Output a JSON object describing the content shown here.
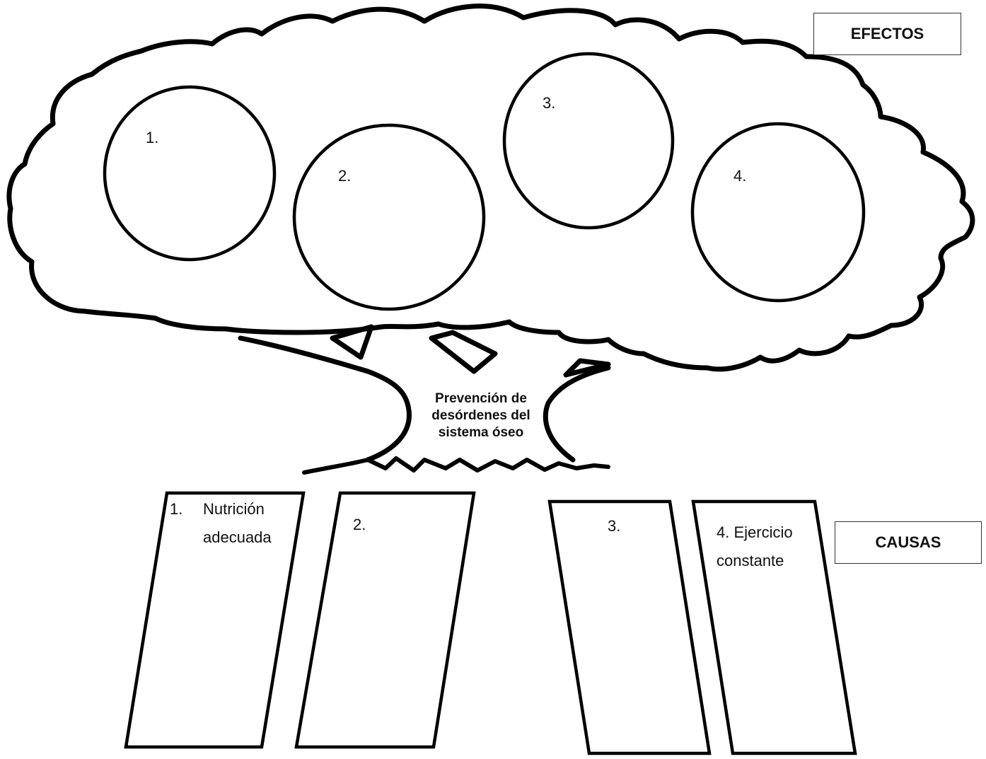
{
  "effects_label": "EFECTOS",
  "causes_label": "CAUSAS",
  "center_lines": [
    "Prevención de",
    "desórdenes del",
    "sistema óseo"
  ],
  "effects": [
    {
      "number": "1."
    },
    {
      "number": "2."
    },
    {
      "number": "3."
    },
    {
      "number": "4."
    }
  ],
  "causes": [
    {
      "number": "1.",
      "text_lines": [
        "Nutrición",
        "adecuada"
      ]
    },
    {
      "number": "2.",
      "text_lines": []
    },
    {
      "number": "3.",
      "text_lines": []
    },
    {
      "number": "4. Ejercicio",
      "text_lines": [
        "constante"
      ]
    }
  ]
}
